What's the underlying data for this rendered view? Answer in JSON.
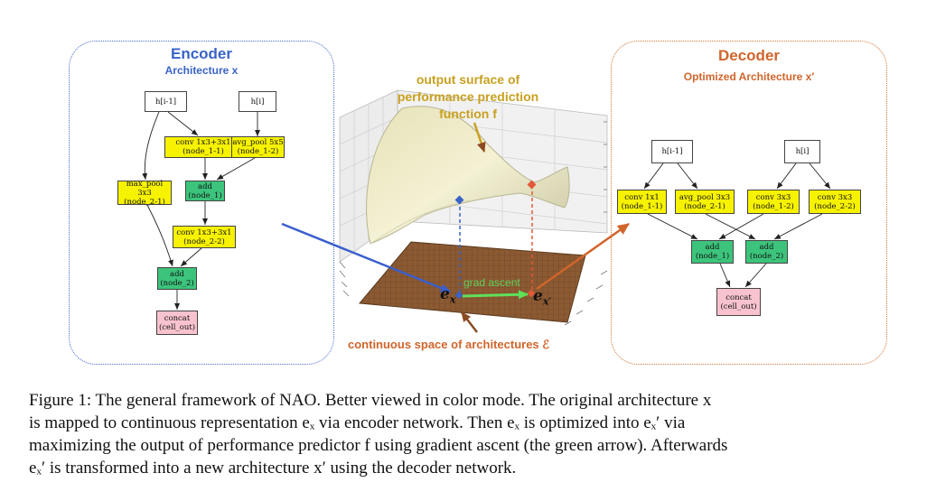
{
  "encoder": {
    "title": "Encoder",
    "subtitle": "Architecture x",
    "nodes": [
      {
        "id": "h_prev",
        "lines": [
          "h[i-1]",
          ""
        ]
      },
      {
        "id": "h_cur",
        "lines": [
          "h[i]",
          ""
        ]
      },
      {
        "id": "n11",
        "lines": [
          "conv 1x3+3x1",
          "(node_1-1)"
        ]
      },
      {
        "id": "n12",
        "lines": [
          "avg_pool 5x5",
          "(node_1-2)"
        ]
      },
      {
        "id": "n21",
        "lines": [
          "max_pool 3x3",
          "(node_2-1)"
        ]
      },
      {
        "id": "n1",
        "lines": [
          "add",
          "(node_1)"
        ]
      },
      {
        "id": "n22",
        "lines": [
          "conv 1x3+3x1",
          "(node_2-2)"
        ]
      },
      {
        "id": "n2",
        "lines": [
          "add",
          "(node_2)"
        ]
      },
      {
        "id": "out",
        "lines": [
          "concat",
          "(cell_out)"
        ]
      }
    ]
  },
  "decoder": {
    "title": "Decoder",
    "subtitle": "Optimized Architecture x′",
    "nodes": [
      {
        "id": "h_prev",
        "lines": [
          "h[i-1]",
          ""
        ]
      },
      {
        "id": "h_cur",
        "lines": [
          "h[i]",
          ""
        ]
      },
      {
        "id": "n11",
        "lines": [
          "conv 1x1",
          "(node_1-1)"
        ]
      },
      {
        "id": "n21",
        "lines": [
          "avg_pool 3x3",
          "(node_2-1)"
        ]
      },
      {
        "id": "n12",
        "lines": [
          "conv 3x3",
          "(node_1-2)"
        ]
      },
      {
        "id": "n22",
        "lines": [
          "conv 3x3",
          "(node_2-2)"
        ]
      },
      {
        "id": "n1",
        "lines": [
          "add",
          "(node_1)"
        ]
      },
      {
        "id": "n2",
        "lines": [
          "add",
          "(node_2)"
        ]
      },
      {
        "id": "out",
        "lines": [
          "concat",
          "(cell_out)"
        ]
      }
    ]
  },
  "middle": {
    "surface_label_1": "output surface of",
    "surface_label_2": "performance prediction",
    "surface_label_3": "function f",
    "grad_label": "grad ascent",
    "ex_label": "e",
    "ex_sub": "x",
    "exp_label": "e",
    "exp_sub": "x′",
    "space_label": "continuous space of architectures ℰ"
  },
  "colors": {
    "encoder_blue": "#3a63c8",
    "decoder_orange": "#d0652b",
    "surface_gold": "#c9a020",
    "grad_green": "#5fd35c",
    "node_yellow": "#f7f200",
    "node_green": "#3cc47c",
    "node_pink": "#f8c3cf"
  },
  "caption": {
    "l1": "Figure 1: The general framework of NAO. Better viewed in color mode. The original architecture x",
    "l2": "is mapped to continuous representation eₓ via encoder network. Then eₓ is optimized into eₓ′ via",
    "l3": "maximizing the output of performance predictor f using gradient ascent (the green arrow). Afterwards",
    "l4": "eₓ′ is transformed into a new architecture x′ using the decoder network."
  }
}
